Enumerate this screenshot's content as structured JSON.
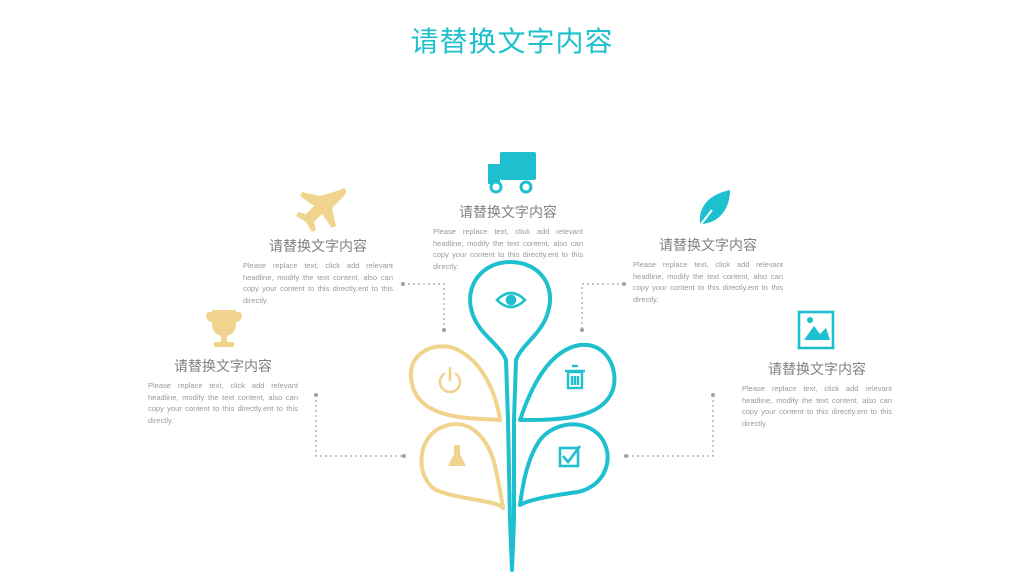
{
  "title": "请替换文字内容",
  "colors": {
    "accent": "#1ec0cf",
    "gold": "#f0d38c",
    "text": "#808080"
  },
  "items": [
    {
      "icon": "trophy-icon",
      "heading": "请替换文字内容",
      "body": "Please replace text, click add relevant headline, modify the text content, also can copy your content to this directly.ent to this directly."
    },
    {
      "icon": "airplane-icon",
      "heading": "请替换文字内容",
      "body": "Please replace text, click add relevant headline, modify the text content, also can copy your content to this directly.ent to this directly."
    },
    {
      "icon": "truck-icon",
      "heading": "请替换文字内容",
      "body": "Please replace text, click add relevant headline, modify the text content, also can copy your content to this directly.ent to this directly."
    },
    {
      "icon": "leaf-icon",
      "heading": "请替换文字内容",
      "body": "Please replace text, click add relevant headline, modify the text content, also can copy your content to this directly.ent to this directly."
    },
    {
      "icon": "image-icon",
      "heading": "请替换文字内容",
      "body": "Please replace text, click add relevant headline, modify the text content, also can copy your content to this directly.ent to this directly."
    }
  ],
  "petal_icons": [
    "eye-icon",
    "power-icon",
    "trash-icon",
    "flask-icon",
    "checkbox-icon"
  ]
}
